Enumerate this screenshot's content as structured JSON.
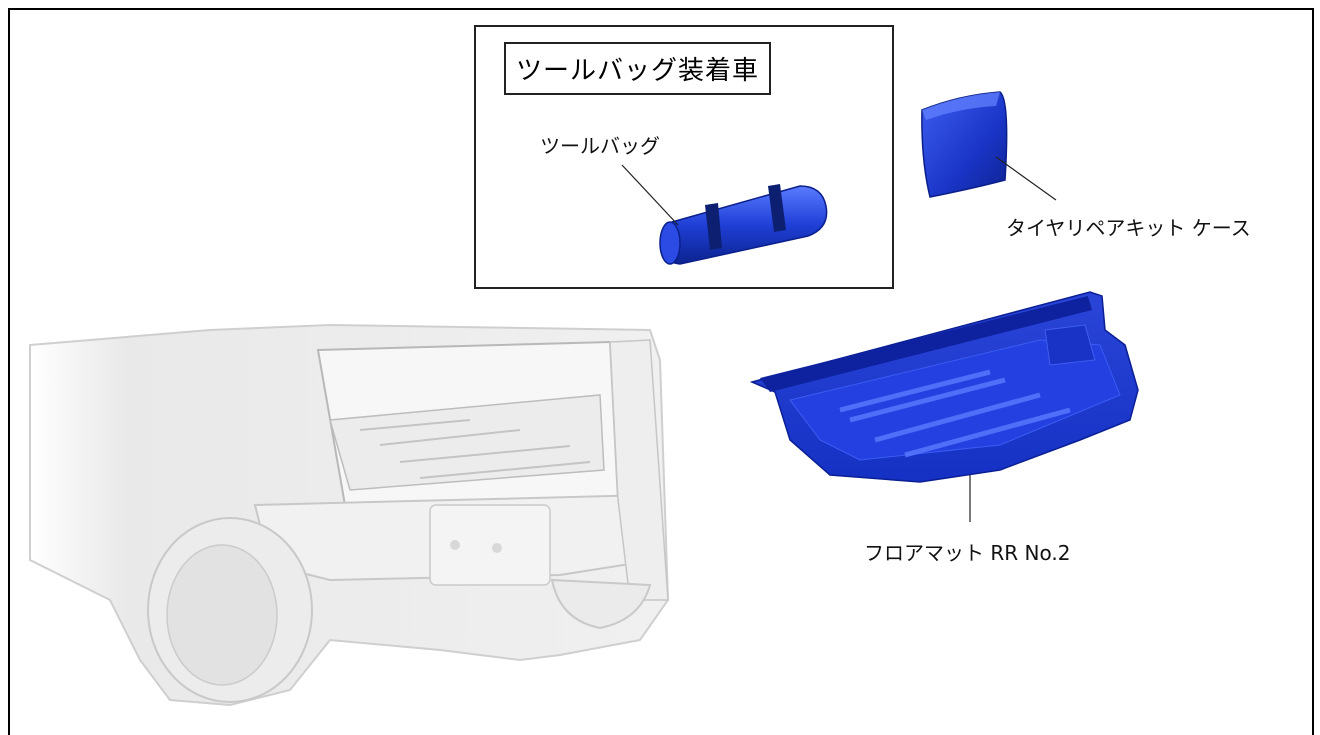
{
  "inset": {
    "title": "ツールバッグ装着車",
    "tool_bag_label": "ツールバッグ"
  },
  "labels": {
    "repair_kit_case": "タイヤリペアキット ケース",
    "floor_mat": "フロアマット RR No.2"
  },
  "colors": {
    "part_blue": "#1f3fd6",
    "part_blue_dark": "#0a1f9a",
    "part_blue_light": "#4d6df0",
    "car_gray": "#e6e6e6",
    "frame": "#000000"
  }
}
